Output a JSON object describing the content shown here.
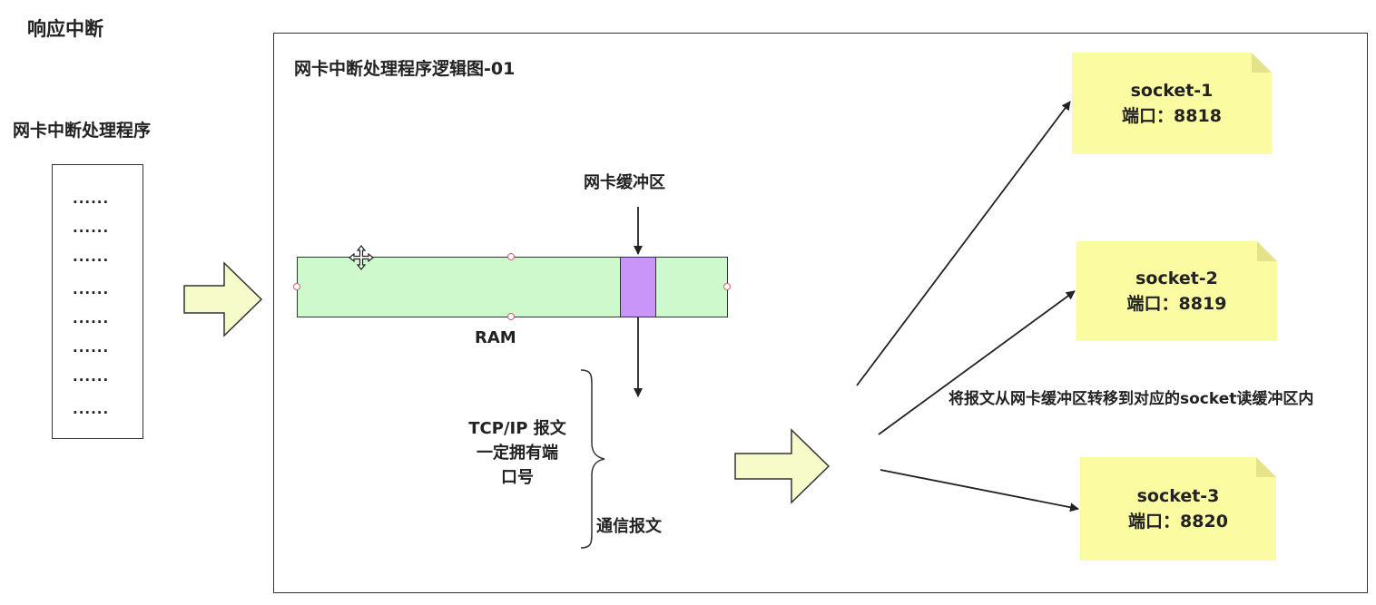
{
  "page": {
    "title": "响应中断"
  },
  "routine": {
    "label": "网卡中断处理程序",
    "dots": "......"
  },
  "frame": {
    "title": "网卡中断处理程序逻辑图-01"
  },
  "ram": {
    "buffer_label": "网卡缓冲区",
    "label": "RAM",
    "bar_color": "#cdf9cd",
    "buffer_color": "#c996f7"
  },
  "packet": {
    "note_line1": "TCP/IP 报文",
    "note_line2": "一定拥有端",
    "note_line3": "口号",
    "comm_label": "通信报文"
  },
  "transfer": {
    "note": "将报文从网卡缓冲区转移到对应的socket读缓冲区内"
  },
  "sockets": [
    {
      "name": "socket-1",
      "port": "端口：8818"
    },
    {
      "name": "socket-2",
      "port": "端口：8819"
    },
    {
      "name": "socket-3",
      "port": "端口：8820"
    }
  ],
  "colors": {
    "note": "#fbfba2",
    "block_arrow": "#f7fbc9"
  },
  "icons": {
    "move_cursor": "move-cursor-icon"
  }
}
